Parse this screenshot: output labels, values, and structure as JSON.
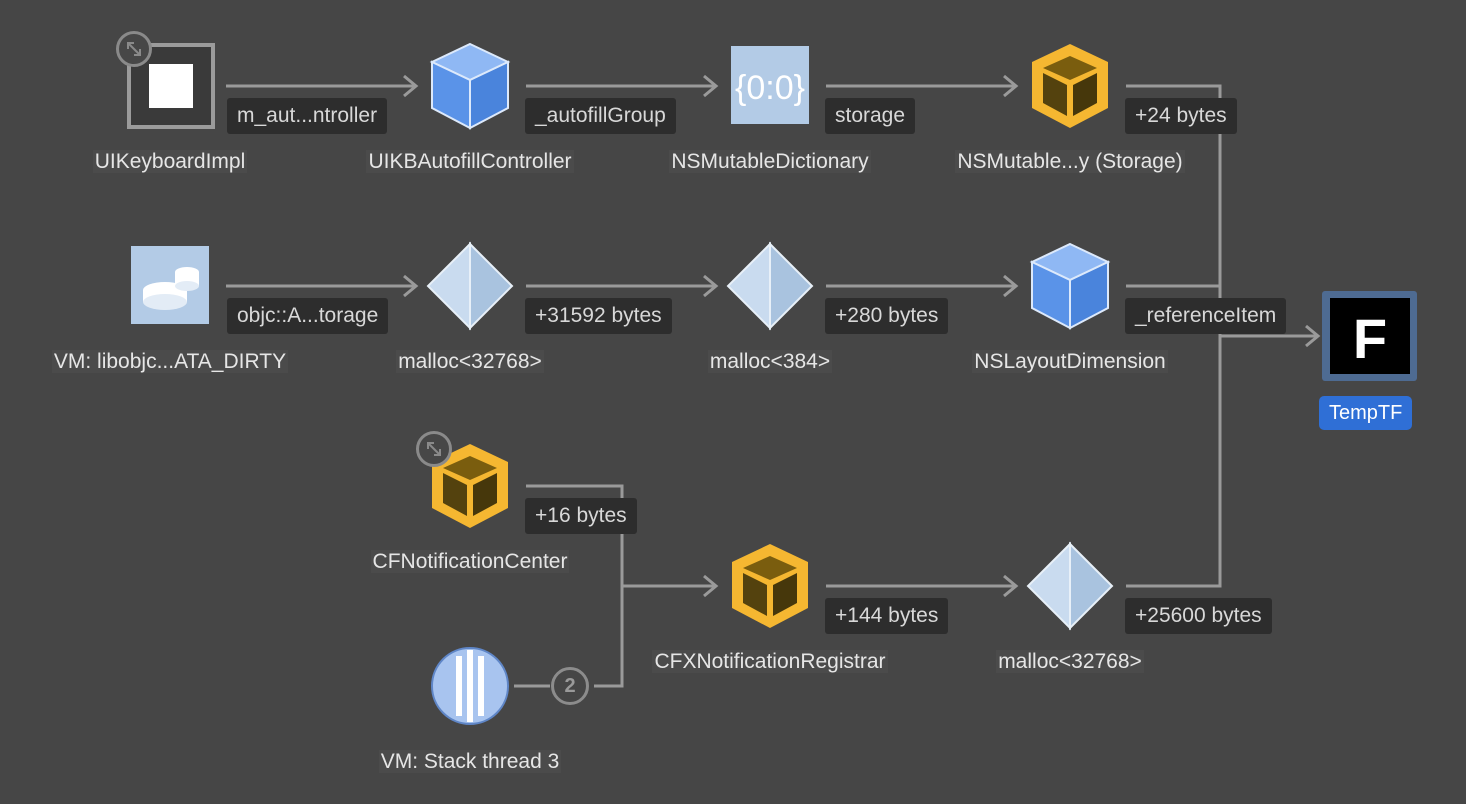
{
  "nodes": {
    "keyboard_impl": "UIKeyboardImpl",
    "autofill_controller": "UIKBAutofillController",
    "mutable_dict": "NSMutableDictionary",
    "mutable_storage": "NSMutable...y (Storage)",
    "vm_libobjc": "VM: libobjc...ATA_DIRTY",
    "malloc_32768_a": "malloc<32768>",
    "malloc_384": "malloc<384>",
    "layout_dimension": "NSLayoutDimension",
    "temp_tf": "TempTF",
    "notification_center": "CFNotificationCenter",
    "notification_registrar": "CFXNotificationRegistrar",
    "malloc_32768_b": "malloc<32768>",
    "vm_stack": "VM: Stack thread 3"
  },
  "edges": {
    "m_aut": "m_aut...ntroller",
    "autofill_group": "_autofillGroup",
    "storage": "storage",
    "plus24": "+24 bytes",
    "objc_storage": "objc::A...torage",
    "plus31592": "+31592 bytes",
    "plus280": "+280 bytes",
    "reference_item": "_referenceItem",
    "plus16": "+16 bytes",
    "plus144": "+144 bytes",
    "plus25600": "+25600 bytes",
    "stack_count": "2"
  },
  "temp_tf_glyph": "F",
  "dict_glyph": "{0:0}",
  "colors": {
    "background": "#464646",
    "edge": "#9a9a9a",
    "blue_cube": "#5a93e8",
    "yellow_cube": "#f5b731",
    "selection": "#2f6fd6"
  },
  "icons": {
    "keyboard_impl": "black-square-icon",
    "autofill_controller": "blue-cube-icon",
    "mutable_dict": "dictionary-icon",
    "mutable_storage": "yellow-cube-icon",
    "vm_libobjc": "disk-region-icon",
    "malloc": "pyramid-icon",
    "layout_dimension": "blue-cube-icon",
    "temp_tf": "text-field-icon",
    "notification_center": "yellow-cube-icon",
    "notification_registrar": "yellow-cube-icon",
    "vm_stack": "stack-thread-icon",
    "expand": "expand-icon"
  }
}
